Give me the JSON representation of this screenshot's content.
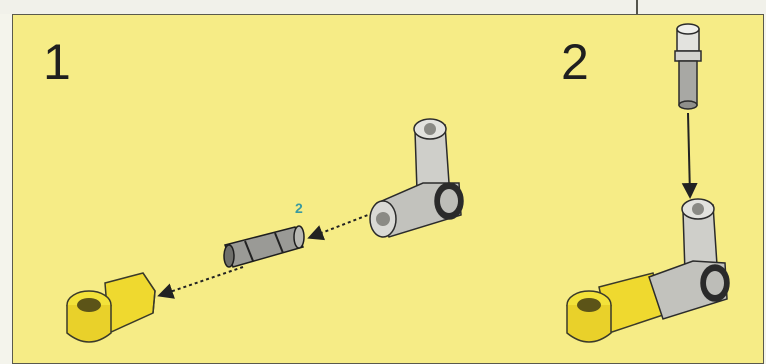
{
  "diagram": {
    "steps": [
      {
        "number": "1",
        "quantity_label": "2"
      },
      {
        "number": "2"
      }
    ],
    "colors": {
      "background": "#f6ec86",
      "part_grey": "#c9c9c4",
      "part_yellow": "#f3e23a",
      "arrow": "#222222",
      "quantity_label": "#3a9aa0"
    },
    "parts": [
      "yellow-connector-icon",
      "grey-angle-connector-icon",
      "axle-pin-icon",
      "short-pin-icon"
    ]
  }
}
